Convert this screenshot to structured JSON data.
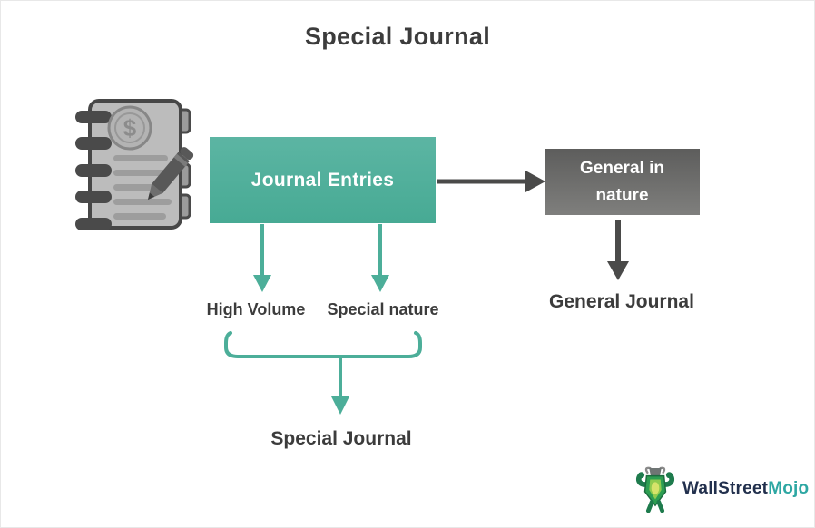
{
  "title": "Special Journal",
  "flow": {
    "source_box_label": "Journal Entries",
    "right_box_label": "General in nature",
    "right_result_label": "General Journal",
    "branch_left_label": "High Volume",
    "branch_right_label": "Special nature",
    "bottom_result_label": "Special Journal"
  },
  "journal_icon": {
    "name": "journal-notebook-icon",
    "coin_symbol": "$"
  },
  "logo": {
    "icon": "bull-mascot-icon",
    "text_primary": "WallStreet",
    "text_secondary": "Mojo"
  },
  "colors": {
    "textDark": "#3C3C3C",
    "teal": "#4CAE99",
    "tealBoxTop": "#5CB5A3",
    "tealBoxBottom": "#47AA94",
    "grayBoxTop": "#5D5D5C",
    "grayBoxBottom": "#7F7F7D",
    "darkArrow": "#4A4A49",
    "logoNavy": "#22304D",
    "logoTeal": "#2EA7A3"
  }
}
